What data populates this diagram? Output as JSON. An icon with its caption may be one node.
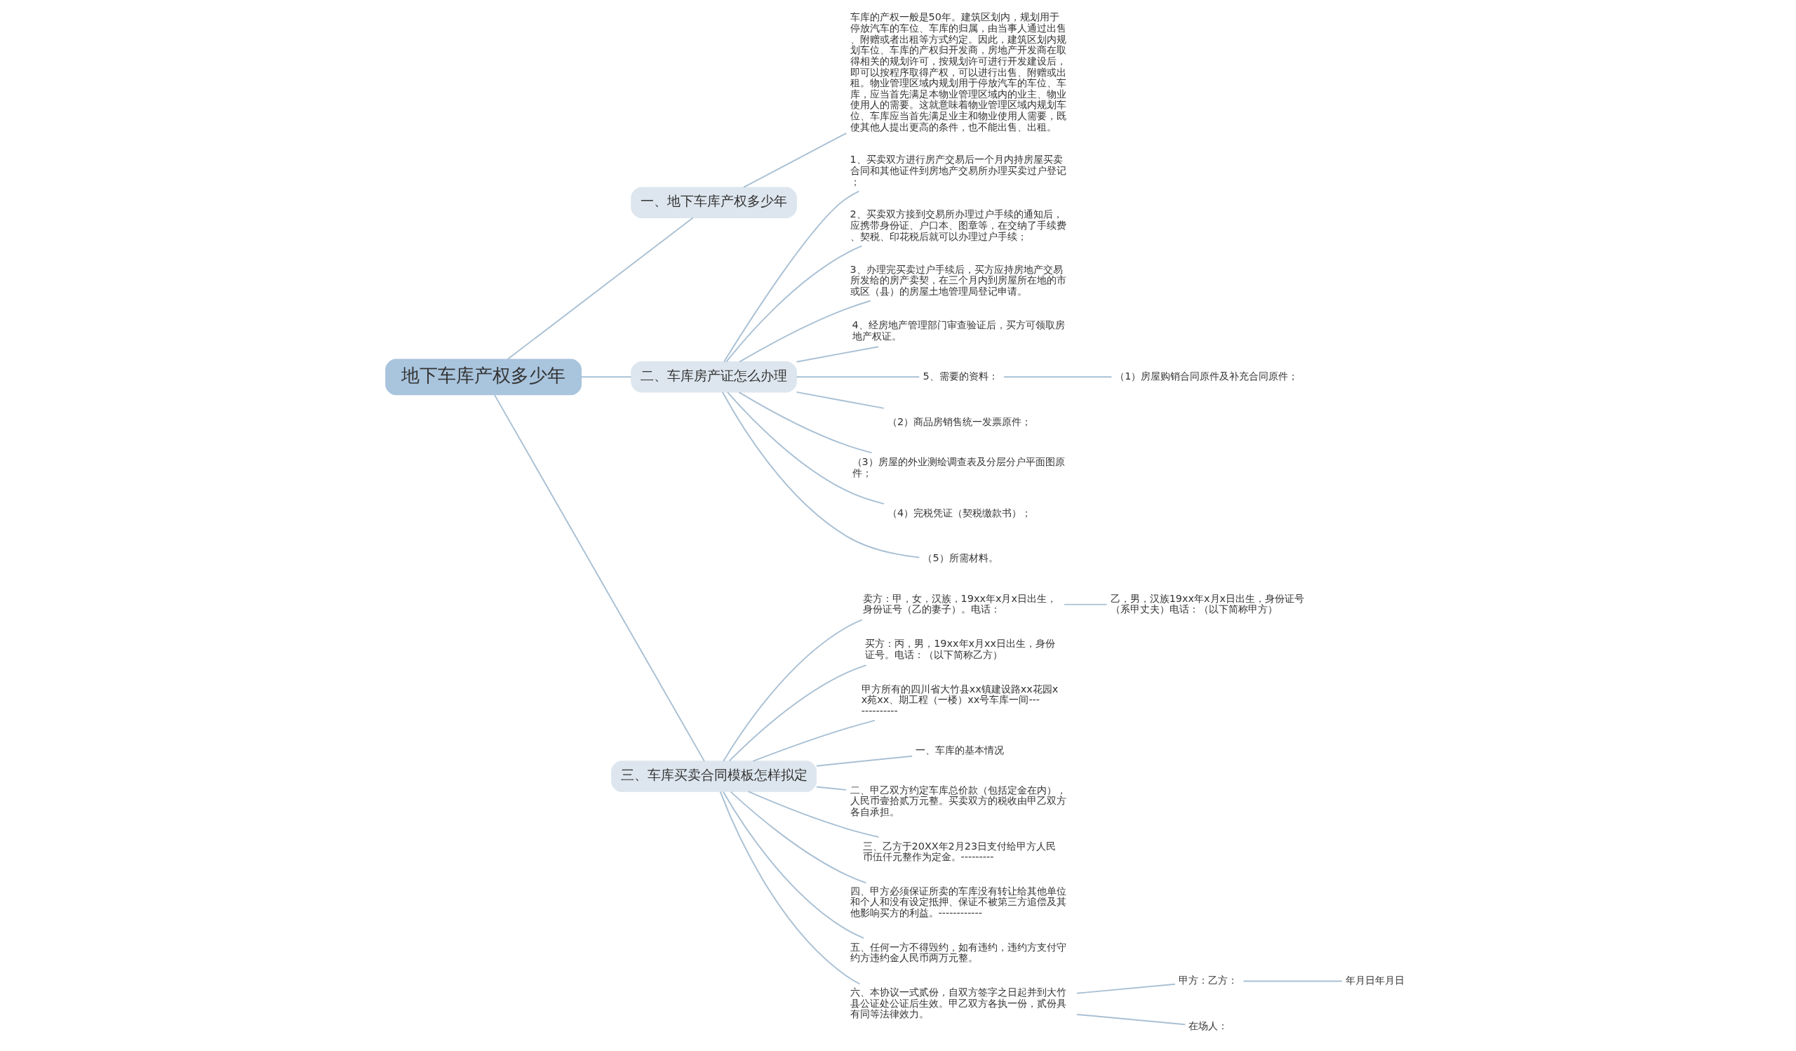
{
  "diagram": {
    "nodes": [
      {
        "text": [
          "地下车库产权多少年"
        ]
      },
      {
        "text": [
          "一、地下车库产权多少年"
        ]
      },
      {
        "text": [
          "车库的产权一般是50年。建筑区划内，规划用于停放汽车的车位、车库的归属，由当事人通过出售、附赠或者出租等方式约定。因此，建筑区划内规划车位、车库的产权归开发商，房地产开发商在取得相关的规划许可，按规划许可进行开发建设后，即可以按程序取得产权，可以进行出售、附赠或出租。物业管理区域内规划用于停放汽车的车位、车库，应当首先满足本物业管理区域内的业主、物业使用人的需要。这就意味着物业管理区域内规划车位、车库应当首先满足业主和物业使用人需要，既使其他人提出更高的条件，也不能出售、出租。"
        ]
      },
      {
        "text": [
          "二、车库房产证怎么办理"
        ]
      },
      {
        "text": [
          "1、买卖双方进行房产交易后一个月内持房屋买卖合同和其他证件到房地产交易所办理买卖过户登记；"
        ]
      },
      {
        "text": [
          "2、买卖双方接到交易所办理过户手续的通知后，应携带身份证、户口本、图章等，在交纳了手续费、契税、印花税后就可以办理过户手续；"
        ]
      },
      {
        "text": [
          "3、办理完买卖过户手续后，买方应持房地产交易所发给的房产卖契，在三个月内到房屋所在地的市或区（县）的房屋土地管理局登记申请。"
        ]
      },
      {
        "text": [
          "4、经房地产管理部门审查验证后，买方可领取房地产权证。"
        ]
      },
      {
        "text": [
          "5、需要的资料："
        ]
      },
      {
        "text": [
          "（1）房屋购销合同原件及补充合同原件；"
        ]
      },
      {
        "text": [
          "（2）商品房销售统一发票原件；"
        ]
      },
      {
        "text": [
          "（3）房屋的外业测绘调查表及分层分户平面图原件；"
        ]
      },
      {
        "text": [
          "（4）完税凭证（契税缴款书）；"
        ]
      },
      {
        "text": [
          "（5）所需材料。"
        ]
      },
      {
        "text": [
          "三、车库买卖合同模板怎样拟定"
        ]
      },
      {
        "text": [
          "卖方：甲，女，汉族，19xx年x月x日出生，身份证号（乙的妻子）。电话："
        ]
      },
      {
        "text": [
          "乙，男，汉族19xx年x月x日出生，身份证号（系甲丈夫）电话：（以下简称甲方）"
        ]
      },
      {
        "text": [
          "买方：丙，男，19xx年x月xx日出生，身份证号。电话：（以下简称乙方）"
        ]
      },
      {
        "text": [
          "甲方所有的四川省大竹县xx镇建设路xx花园xx苑xx、期工程（一楼）xx号车库一间-------------"
        ]
      },
      {
        "text": [
          "一、车库的基本情况"
        ]
      },
      {
        "text": [
          "二、甲乙双方约定车库总价款（包括定金在内），人民币壹拾贰万元整。买卖双方的税收由甲乙双方各自承担。"
        ]
      },
      {
        "text": [
          "三、乙方于20XX年2月23日支付给甲方人民币伍仟元整作为定金。---------"
        ]
      },
      {
        "text": [
          "四、甲方必须保证所卖的车库没有转让给其他单位和个人和没有设定抵押、保证不被第三方追偿及其他影响买方的利益。------------"
        ]
      },
      {
        "text": [
          "五、任何一方不得毁约，如有违约，违约方支付守约方违约金人民币两万元整。"
        ]
      },
      {
        "text": [
          "六、本协议一式贰份，自双方签字之日起并到大竹县公证处公证后生效。甲乙双方各执一份，贰份具有同等法律效力。"
        ]
      },
      {
        "text": [
          "甲方：乙方："
        ]
      },
      {
        "text": [
          "年月日年月日"
        ]
      },
      {
        "text": [
          "在场人："
        ]
      }
    ],
    "edges": [
      {
        "from": 0,
        "to": 1,
        "arrow": "none"
      },
      {
        "from": 1,
        "to": 2,
        "arrow": "none"
      },
      {
        "from": 0,
        "to": 3,
        "arrow": "none"
      },
      {
        "from": 3,
        "to": 4,
        "arrow": "none"
      },
      {
        "from": 3,
        "to": 5,
        "arrow": "none"
      },
      {
        "from": 3,
        "to": 6,
        "arrow": "none"
      },
      {
        "from": 3,
        "to": 7,
        "arrow": "none"
      },
      {
        "from": 3,
        "to": 8,
        "arrow": "none"
      },
      {
        "from": 8,
        "to": 9,
        "arrow": "none"
      },
      {
        "from": 3,
        "to": 10,
        "arrow": "none"
      },
      {
        "from": 3,
        "to": 11,
        "arrow": "none"
      },
      {
        "from": 3,
        "to": 12,
        "arrow": "none"
      },
      {
        "from": 3,
        "to": 13,
        "arrow": "none"
      },
      {
        "from": 0,
        "to": 14,
        "arrow": "none"
      },
      {
        "from": 14,
        "to": 15,
        "arrow": "none"
      },
      {
        "from": 15,
        "to": 16,
        "arrow": "none"
      },
      {
        "from": 14,
        "to": 17,
        "arrow": "none"
      },
      {
        "from": 14,
        "to": 18,
        "arrow": "none"
      },
      {
        "from": 14,
        "to": 19,
        "arrow": "none"
      },
      {
        "from": 14,
        "to": 20,
        "arrow": "none"
      },
      {
        "from": 14,
        "to": 21,
        "arrow": "none"
      },
      {
        "from": 14,
        "to": 22,
        "arrow": "none"
      },
      {
        "from": 14,
        "to": 23,
        "arrow": "none"
      },
      {
        "from": 14,
        "to": 24,
        "arrow": "none"
      },
      {
        "from": 24,
        "to": 25,
        "arrow": "none"
      },
      {
        "from": 25,
        "to": 26,
        "arrow": "none"
      },
      {
        "from": 24,
        "to": 27,
        "arrow": "none"
      }
    ]
  }
}
